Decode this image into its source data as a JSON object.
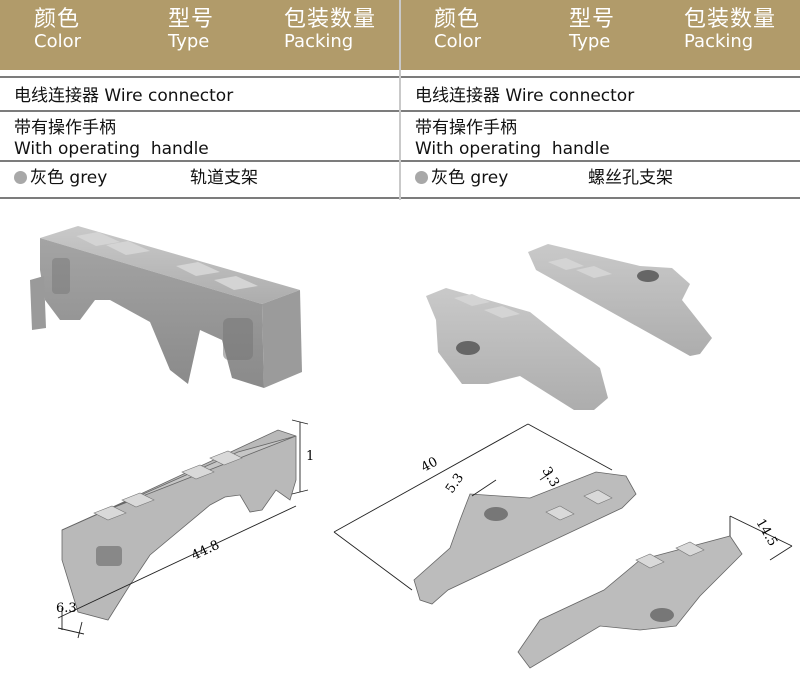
{
  "colors": {
    "header_bg": "#b19b6a",
    "part_grey": "#a8a8a8"
  },
  "columns": [
    {
      "headers": [
        {
          "zh": "颜色",
          "en": "Color"
        },
        {
          "zh": "型号",
          "en": "Type"
        },
        {
          "zh": "包装数量",
          "en": "Packing"
        }
      ],
      "product": "电线连接器 Wire connector",
      "feature_line1": "带有操作手柄",
      "feature_line2": "With operating  handle",
      "color_label": "灰色 grey",
      "mount": "轨道支架"
    },
    {
      "headers": [
        {
          "zh": "颜色",
          "en": "Color"
        },
        {
          "zh": "型号",
          "en": "Type"
        },
        {
          "zh": "包装数量",
          "en": "Packing"
        }
      ],
      "product": "电线连接器 Wire connector",
      "feature_line1": "带有操作手柄",
      "feature_line2": "With operating  handle",
      "color_label": "灰色 grey",
      "mount": "螺丝孔支架"
    }
  ],
  "dimensions_left": {
    "height": "1",
    "length": "44.8",
    "width": "6.3"
  },
  "dimensions_right": {
    "length": "40",
    "slot": "5.3",
    "hole": "3.3",
    "width": "14.5"
  },
  "icons": {
    "bullet": "grey-dot-icon"
  }
}
